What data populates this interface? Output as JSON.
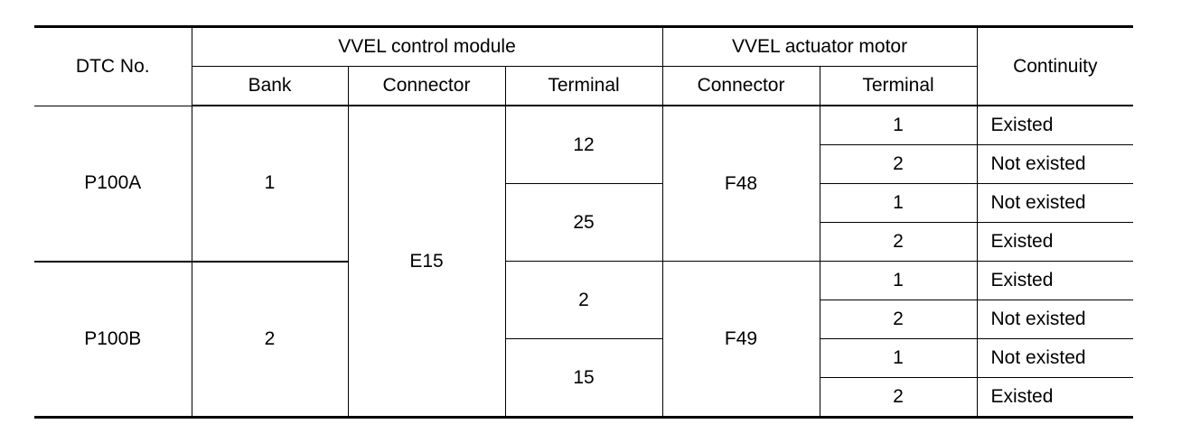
{
  "headers": {
    "dtc_no": "DTC No.",
    "control_module": "VVEL control module",
    "actuator_motor": "VVEL actuator motor",
    "continuity": "Continuity",
    "bank": "Bank",
    "cm_connector": "Connector",
    "cm_terminal": "Terminal",
    "am_connector": "Connector",
    "am_terminal": "Terminal"
  },
  "groups": [
    {
      "dtc": "P100A",
      "bank": "1",
      "am_connector": "F48",
      "cm_terminals": [
        "12",
        "25"
      ],
      "rows": [
        {
          "am_terminal": "1",
          "continuity": "Existed"
        },
        {
          "am_terminal": "2",
          "continuity": "Not existed"
        },
        {
          "am_terminal": "1",
          "continuity": "Not existed"
        },
        {
          "am_terminal": "2",
          "continuity": "Existed"
        }
      ]
    },
    {
      "dtc": "P100B",
      "bank": "2",
      "am_connector": "F49",
      "cm_terminals": [
        "2",
        "15"
      ],
      "rows": [
        {
          "am_terminal": "1",
          "continuity": "Existed"
        },
        {
          "am_terminal": "2",
          "continuity": "Not existed"
        },
        {
          "am_terminal": "1",
          "continuity": "Not existed"
        },
        {
          "am_terminal": "2",
          "continuity": "Existed"
        }
      ]
    }
  ],
  "cm_connector": "E15"
}
